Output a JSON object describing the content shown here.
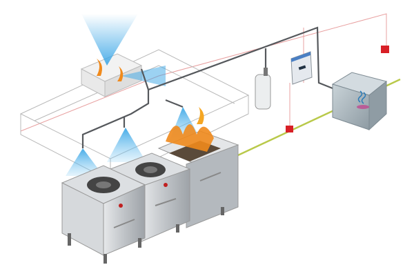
{
  "diagram": {
    "components": [
      {
        "id": "exhaust-hood",
        "icon": "hood-outline"
      },
      {
        "id": "plenum-nozzles",
        "icon": "spray-nozzle"
      },
      {
        "id": "agent-cylinder",
        "icon": "cylinder"
      },
      {
        "id": "control-panel",
        "icon": "control-panel"
      },
      {
        "id": "suppression-cabinet",
        "icon": "cabinet-with-logo"
      },
      {
        "id": "heat-detector-upper",
        "icon": "red-detector"
      },
      {
        "id": "heat-detector-lower",
        "icon": "red-detector"
      },
      {
        "id": "gas-valve-line",
        "icon": "gas-line"
      },
      {
        "id": "cooktop-left",
        "icon": "gas-burner-unit"
      },
      {
        "id": "cooktop-middle",
        "icon": "gas-burner-unit"
      },
      {
        "id": "fryer",
        "icon": "fryer-with-fire"
      }
    ],
    "colors": {
      "pipe": "#55585c",
      "spray": "#3aa6e6",
      "detector": "#d81f26",
      "gas_line": "#b9c94a",
      "steel": "#c4c8cc",
      "fire": "#f08a1c",
      "hood_outline": "#b8b8b8",
      "alarm_wire": "#e8a0a0"
    }
  }
}
